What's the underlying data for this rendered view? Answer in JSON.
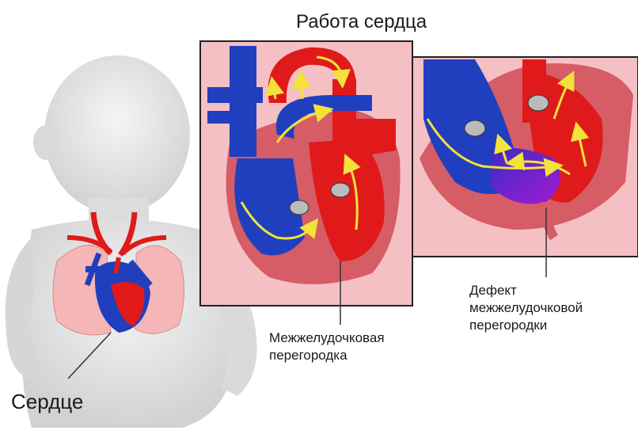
{
  "title": "Работа сердца",
  "labels": {
    "heart": "Сердце",
    "septum": "Межжелудочковая\nперегородка",
    "defect": "Дефект\nмежжелудочковой\nперегородки"
  },
  "colors": {
    "artery_red": "#e01a1a",
    "vein_blue": "#1f3fbf",
    "muscle": "#d65c66",
    "lung_pink": "#f4b6b6",
    "arrow_yellow": "#f2e23a",
    "defect_purple": "#8a2bd0",
    "baby_gray": "#e6e6e6"
  }
}
